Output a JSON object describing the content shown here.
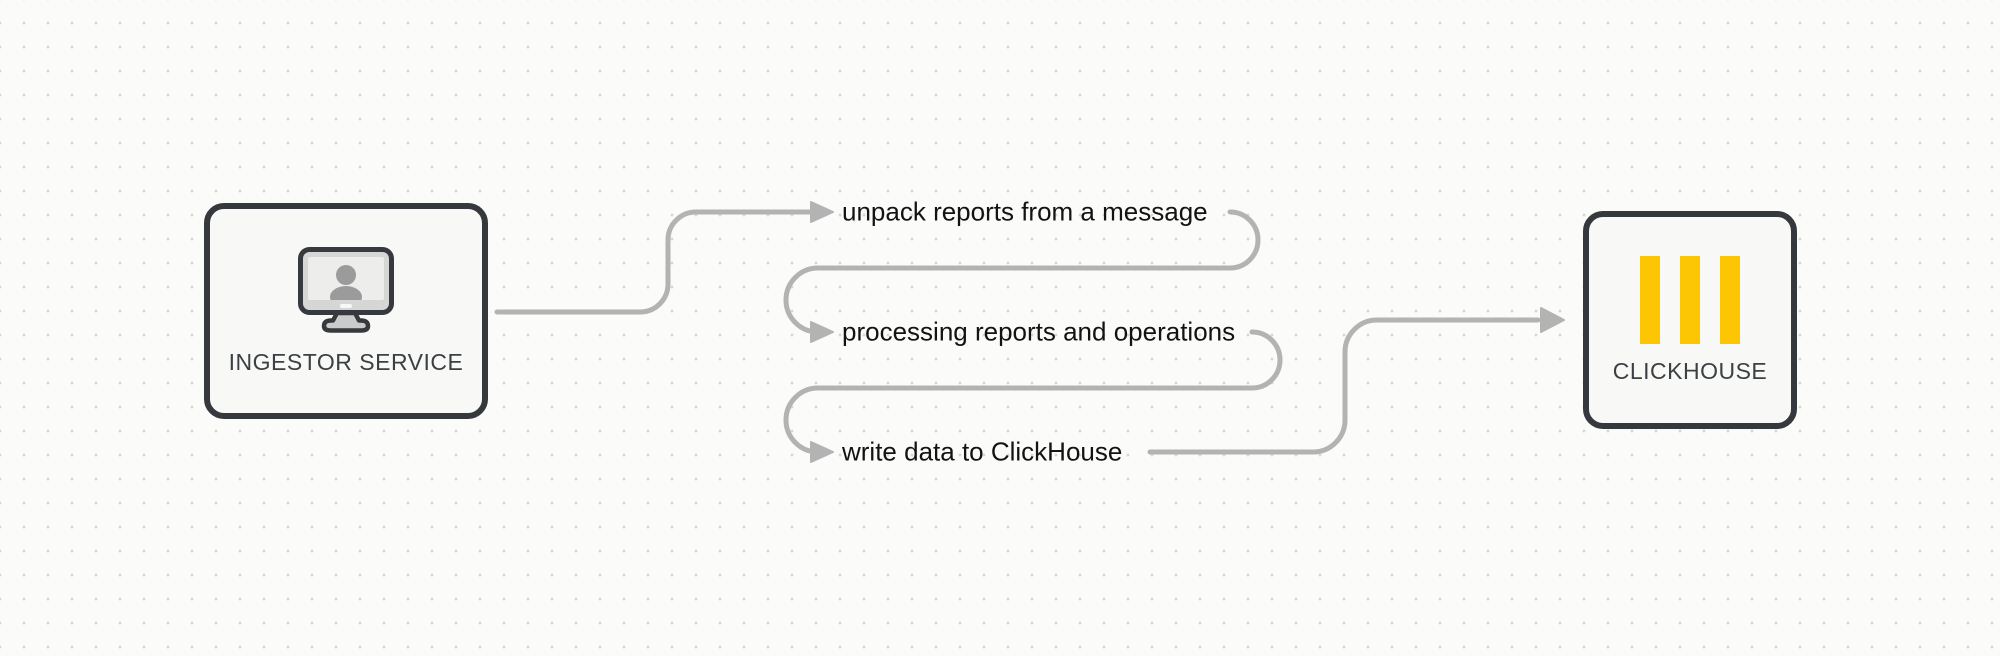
{
  "diagram": {
    "nodes": {
      "ingestor": {
        "label": "INGESTOR SERVICE",
        "icon": "user-workstation-icon"
      },
      "clickhouse": {
        "label": "CLICKHOUSE",
        "icon": "clickhouse-logo-icon"
      }
    },
    "steps": [
      {
        "label": "unpack reports from a message"
      },
      {
        "label": "processing reports and operations"
      },
      {
        "label": "write data to ClickHouse"
      }
    ]
  },
  "colors": {
    "background": "#fbfbfa",
    "grid_dot": "#d8d8d5",
    "connector": "#b3b3b3",
    "node_border": "#35383c",
    "node_fill": "#f8f9f7",
    "node_label_text": "#3c3f43",
    "step_text": "#131313",
    "clickhouse_yellow": "#fdc605",
    "icon_gray": "#9b9b9b"
  }
}
